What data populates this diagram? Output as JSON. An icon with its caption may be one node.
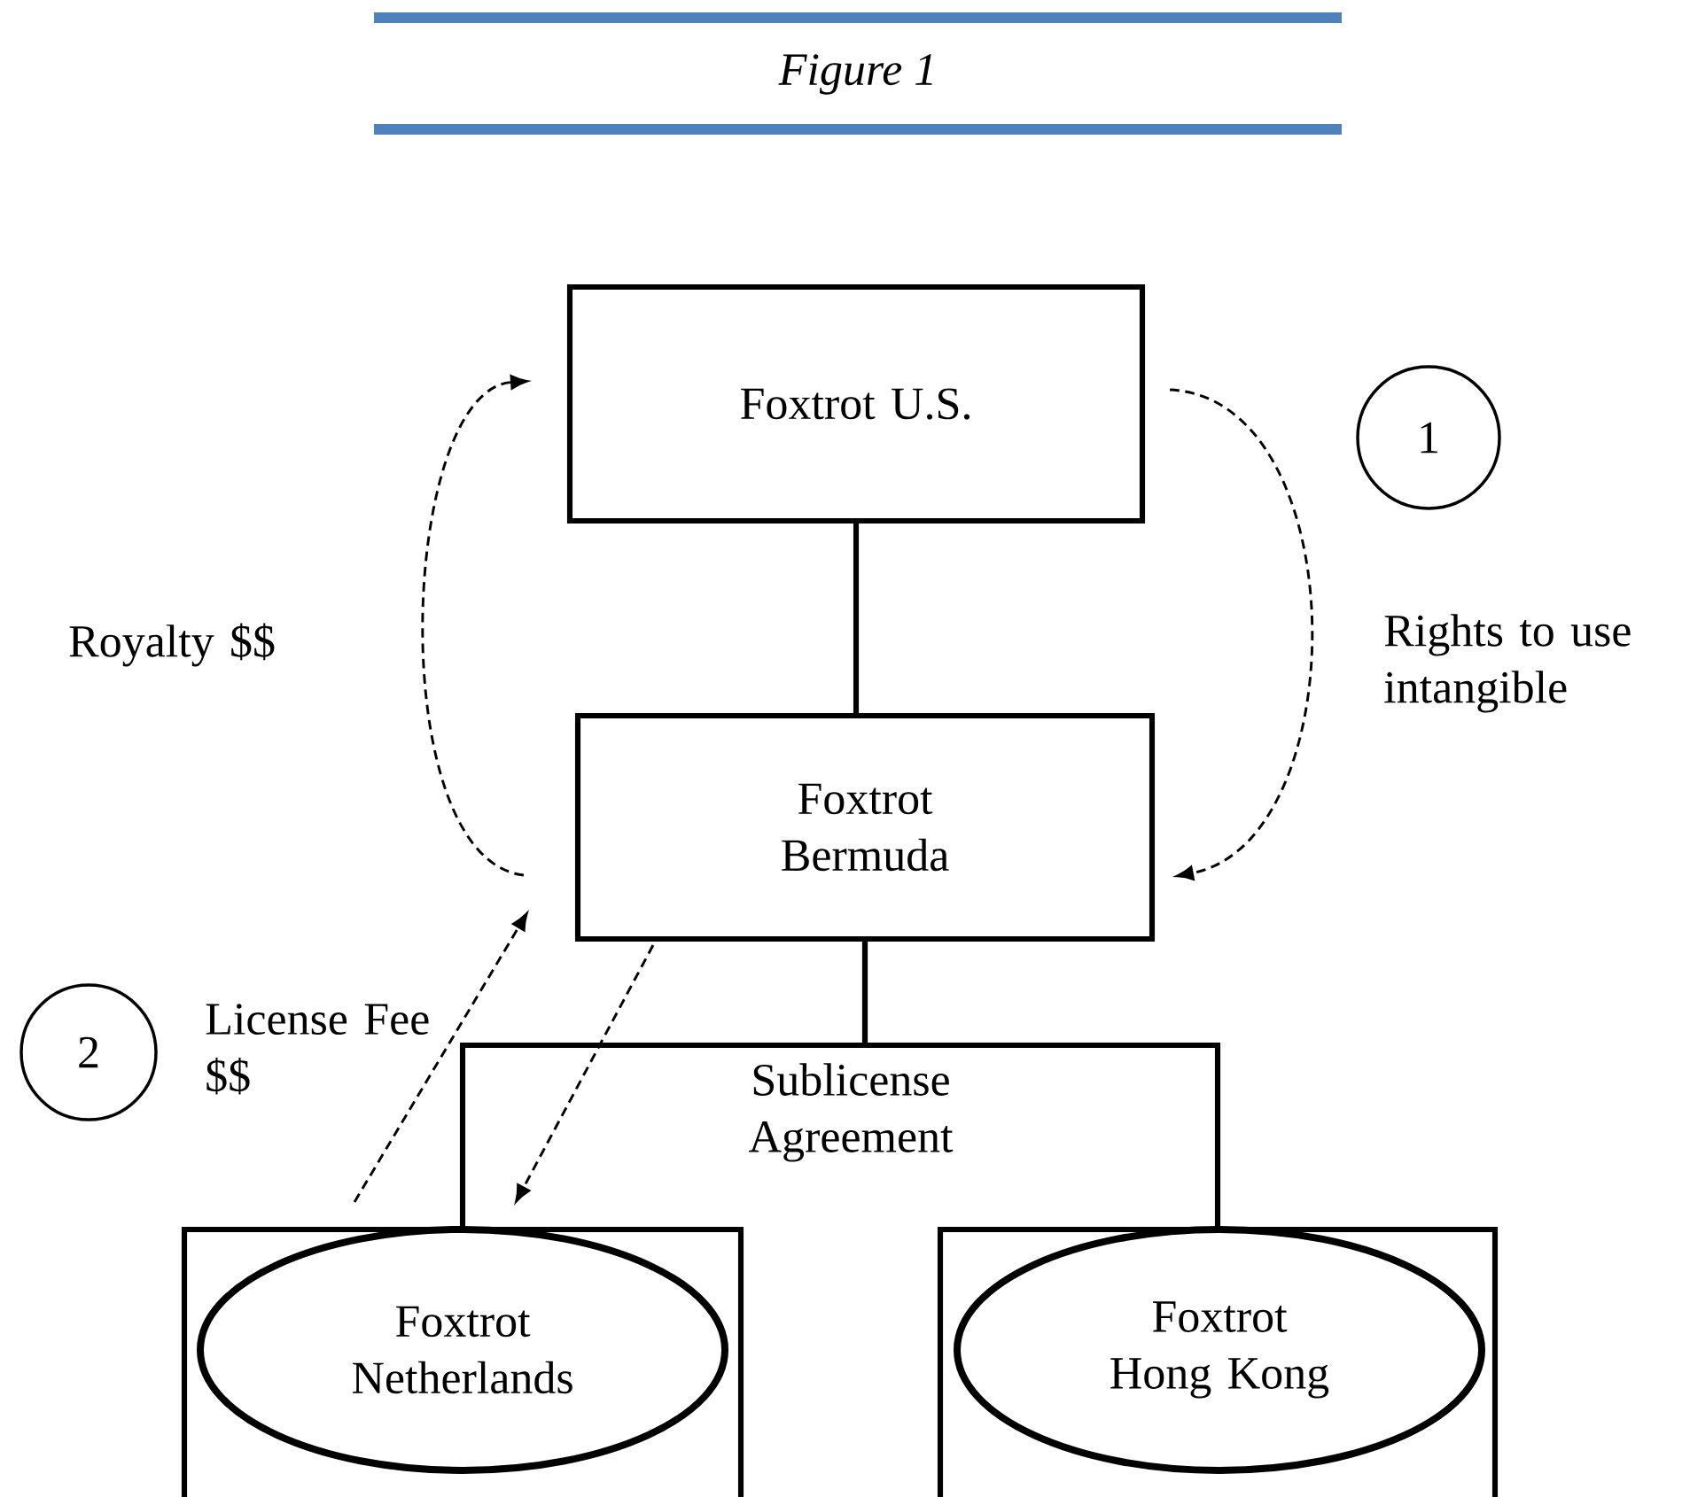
{
  "diagram": {
    "title": "Figure 1",
    "nodes": [
      {
        "text": [
          "Foxtrot U.S."
        ]
      },
      {
        "text": [
          "Foxtrot Bermuda"
        ]
      },
      {
        "text": [],
        "shape": "box"
      },
      {
        "text": [
          "Foxtrot Netherlands"
        ],
        "in": 2
      },
      {
        "text": [],
        "shape": "box"
      },
      {
        "text": [
          "Foxtrot Hong Kong"
        ],
        "in": 4
      },
      {
        "text": [
          "1"
        ]
      },
      {
        "text": [
          "2"
        ]
      }
    ],
    "edges": [
      {
        "from": 0,
        "to": 1,
        "arrow": "none",
        "style": "thick"
      },
      {
        "from": 1,
        "to": 2,
        "arrow": "none",
        "style": "thick"
      },
      {
        "from": 1,
        "to": 4,
        "arrow": "none",
        "style": "thick"
      },
      {
        "from": 1,
        "to": 0,
        "arrow": "to",
        "style": "dashed",
        "label": "Royalty $$"
      },
      {
        "from": 0,
        "to": 1,
        "arrow": "to",
        "style": "dashed",
        "label": "Rights to use intangible"
      },
      {
        "from": 2,
        "to": 1,
        "arrow": "to",
        "style": "dashed",
        "label": "License Fee $$"
      },
      {
        "from": 1,
        "to": 2,
        "arrow": "to",
        "style": "dashed"
      }
    ],
    "labels": [
      "Sublicense Agreement"
    ]
  }
}
